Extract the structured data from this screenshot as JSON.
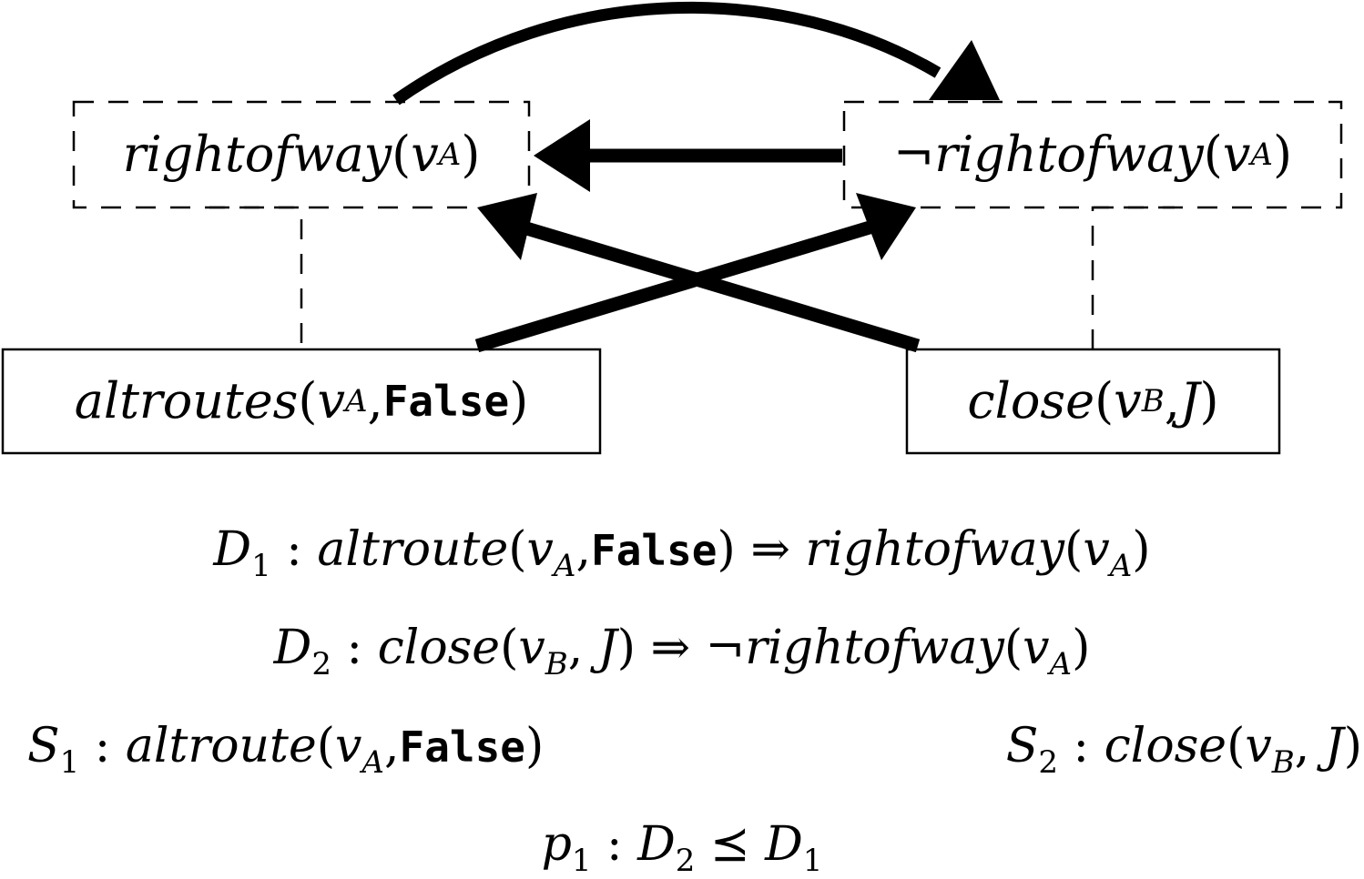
{
  "nodes": {
    "rightofway": {
      "predicate": "rightofway",
      "arg": "v",
      "arg_sub": "A",
      "negated": false,
      "border": "dashed"
    },
    "not_rightofway": {
      "negation": "¬",
      "predicate": "rightofway",
      "arg": "v",
      "arg_sub": "A",
      "negated": true,
      "border": "dashed"
    },
    "altroutes": {
      "predicate": "altroutes",
      "arg": "v",
      "arg_sub": "A",
      "const": "False",
      "border": "solid"
    },
    "close": {
      "predicate": "close",
      "arg": "v",
      "arg_sub": "B",
      "arg2": "J",
      "border": "solid"
    }
  },
  "edges": [
    {
      "from": "rightofway",
      "to": "not_rightofway",
      "style": "curved-arrow"
    },
    {
      "from": "not_rightofway",
      "to": "rightofway",
      "style": "straight-arrow"
    },
    {
      "from": "altroutes",
      "to": "not_rightofway",
      "style": "straight-arrow"
    },
    {
      "from": "close",
      "to": "rightofway",
      "style": "straight-arrow"
    },
    {
      "from": "altroutes",
      "to": "rightofway",
      "style": "dashed-link"
    },
    {
      "from": "close",
      "to": "not_rightofway",
      "style": "dashed-link"
    }
  ],
  "formulas": {
    "d1": {
      "label": "D",
      "label_sub": "1",
      "colon": ":",
      "pred": "altroute",
      "arg": "v",
      "arg_sub": "A",
      "const": "False",
      "implies": "⇒",
      "concl": "rightofway",
      "concl_arg": "v",
      "concl_arg_sub": "A"
    },
    "d2": {
      "label": "D",
      "label_sub": "2",
      "colon": ":",
      "pred": "close",
      "arg": "v",
      "arg_sub": "B",
      "arg2": "J",
      "implies": "⇒",
      "neg": "¬",
      "concl": "rightofway",
      "concl_arg": "v",
      "concl_arg_sub": "A"
    },
    "s1": {
      "label": "S",
      "label_sub": "1",
      "colon": ":",
      "pred": "altroute",
      "arg": "v",
      "arg_sub": "A",
      "const": "False"
    },
    "s2": {
      "label": "S",
      "label_sub": "2",
      "colon": ":",
      "pred": "close",
      "arg": "v",
      "arg_sub": "B",
      "arg2": "J"
    },
    "p1": {
      "label": "p",
      "label_sub": "1",
      "colon": ":",
      "lhs": "D",
      "lhs_sub": "2",
      "rel": "⪯",
      "rhs": "D",
      "rhs_sub": "1"
    }
  },
  "punct": {
    "lparen": "(",
    "rparen": ")",
    "comma": ", "
  }
}
